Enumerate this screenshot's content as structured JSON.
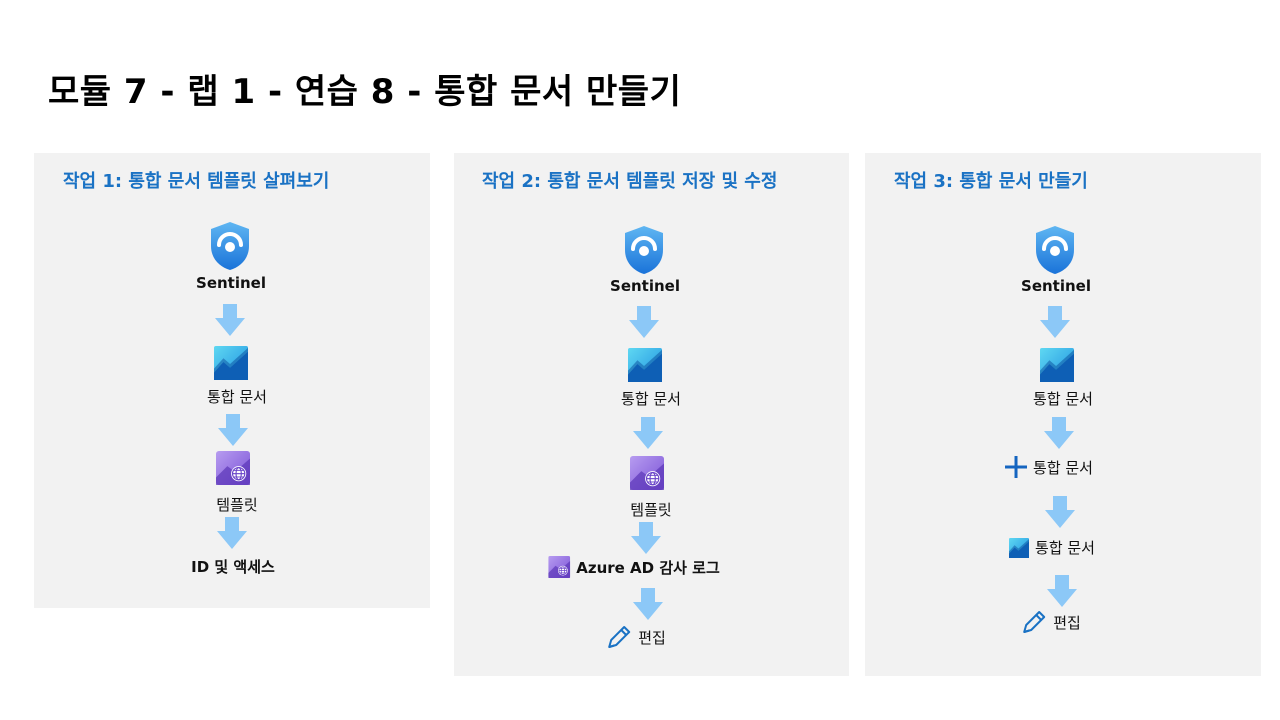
{
  "title": "모듈 7 - 랩 1 - 연습 8 - 통합 문서 만들기",
  "tasks": [
    {
      "title": "작업 1: 통합 문서 템플릿 살펴보기",
      "steps": [
        "Sentinel",
        "통합 문서",
        "템플릿",
        "ID 및 액세스"
      ]
    },
    {
      "title": "작업 2: 통합 문서 템플릿 저장 및 수정",
      "steps": [
        "Sentinel",
        "통합 문서",
        "템플릿",
        "Azure AD 감사 로그",
        "편집"
      ]
    },
    {
      "title": "작업 3: 통합 문서 만들기",
      "steps": [
        "Sentinel",
        "통합 문서",
        "통합 문서",
        "통합 문서",
        "편집"
      ]
    }
  ],
  "colors": {
    "title_text": "#1a72c4",
    "panel_bg": "#f2f2f2",
    "arrow": "#8cc8f7",
    "plus": "#1565c0"
  }
}
